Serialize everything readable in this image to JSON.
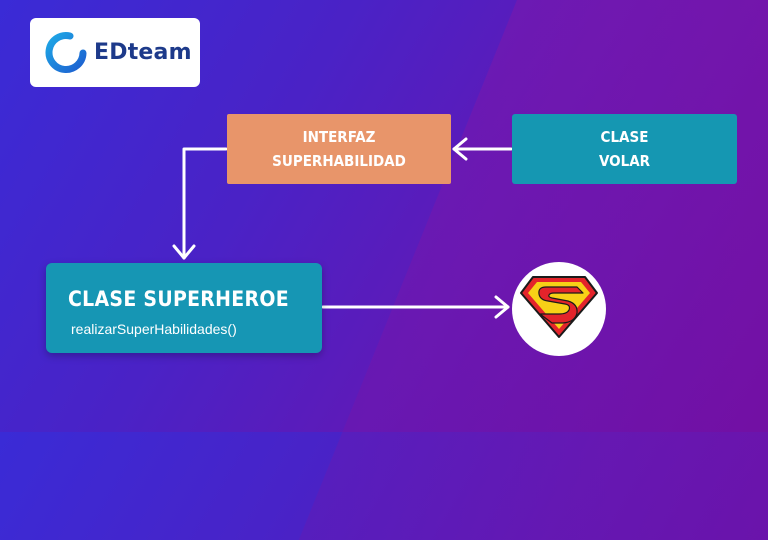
{
  "logo": {
    "name": "EDteam",
    "icon": "edteam-ring-logo"
  },
  "diagram": {
    "interface": {
      "line1": "INTERFAZ",
      "line2": "SUPERHABILIDAD"
    },
    "volar": {
      "line1": "CLASE",
      "line2": "VOLAR"
    },
    "superheroe": {
      "title": "CLASE SUPERHEROE",
      "method": "realizarSuperHabilidades()"
    },
    "emblem": {
      "icon": "superman-emblem-icon",
      "letter": "S"
    }
  },
  "colors": {
    "interface": "#e8956a",
    "class": "#1697b3",
    "background_start": "#3a2bd6",
    "background_end": "#6f10a6",
    "emblem_red": "#e3242b",
    "emblem_yellow": "#f7d117"
  }
}
